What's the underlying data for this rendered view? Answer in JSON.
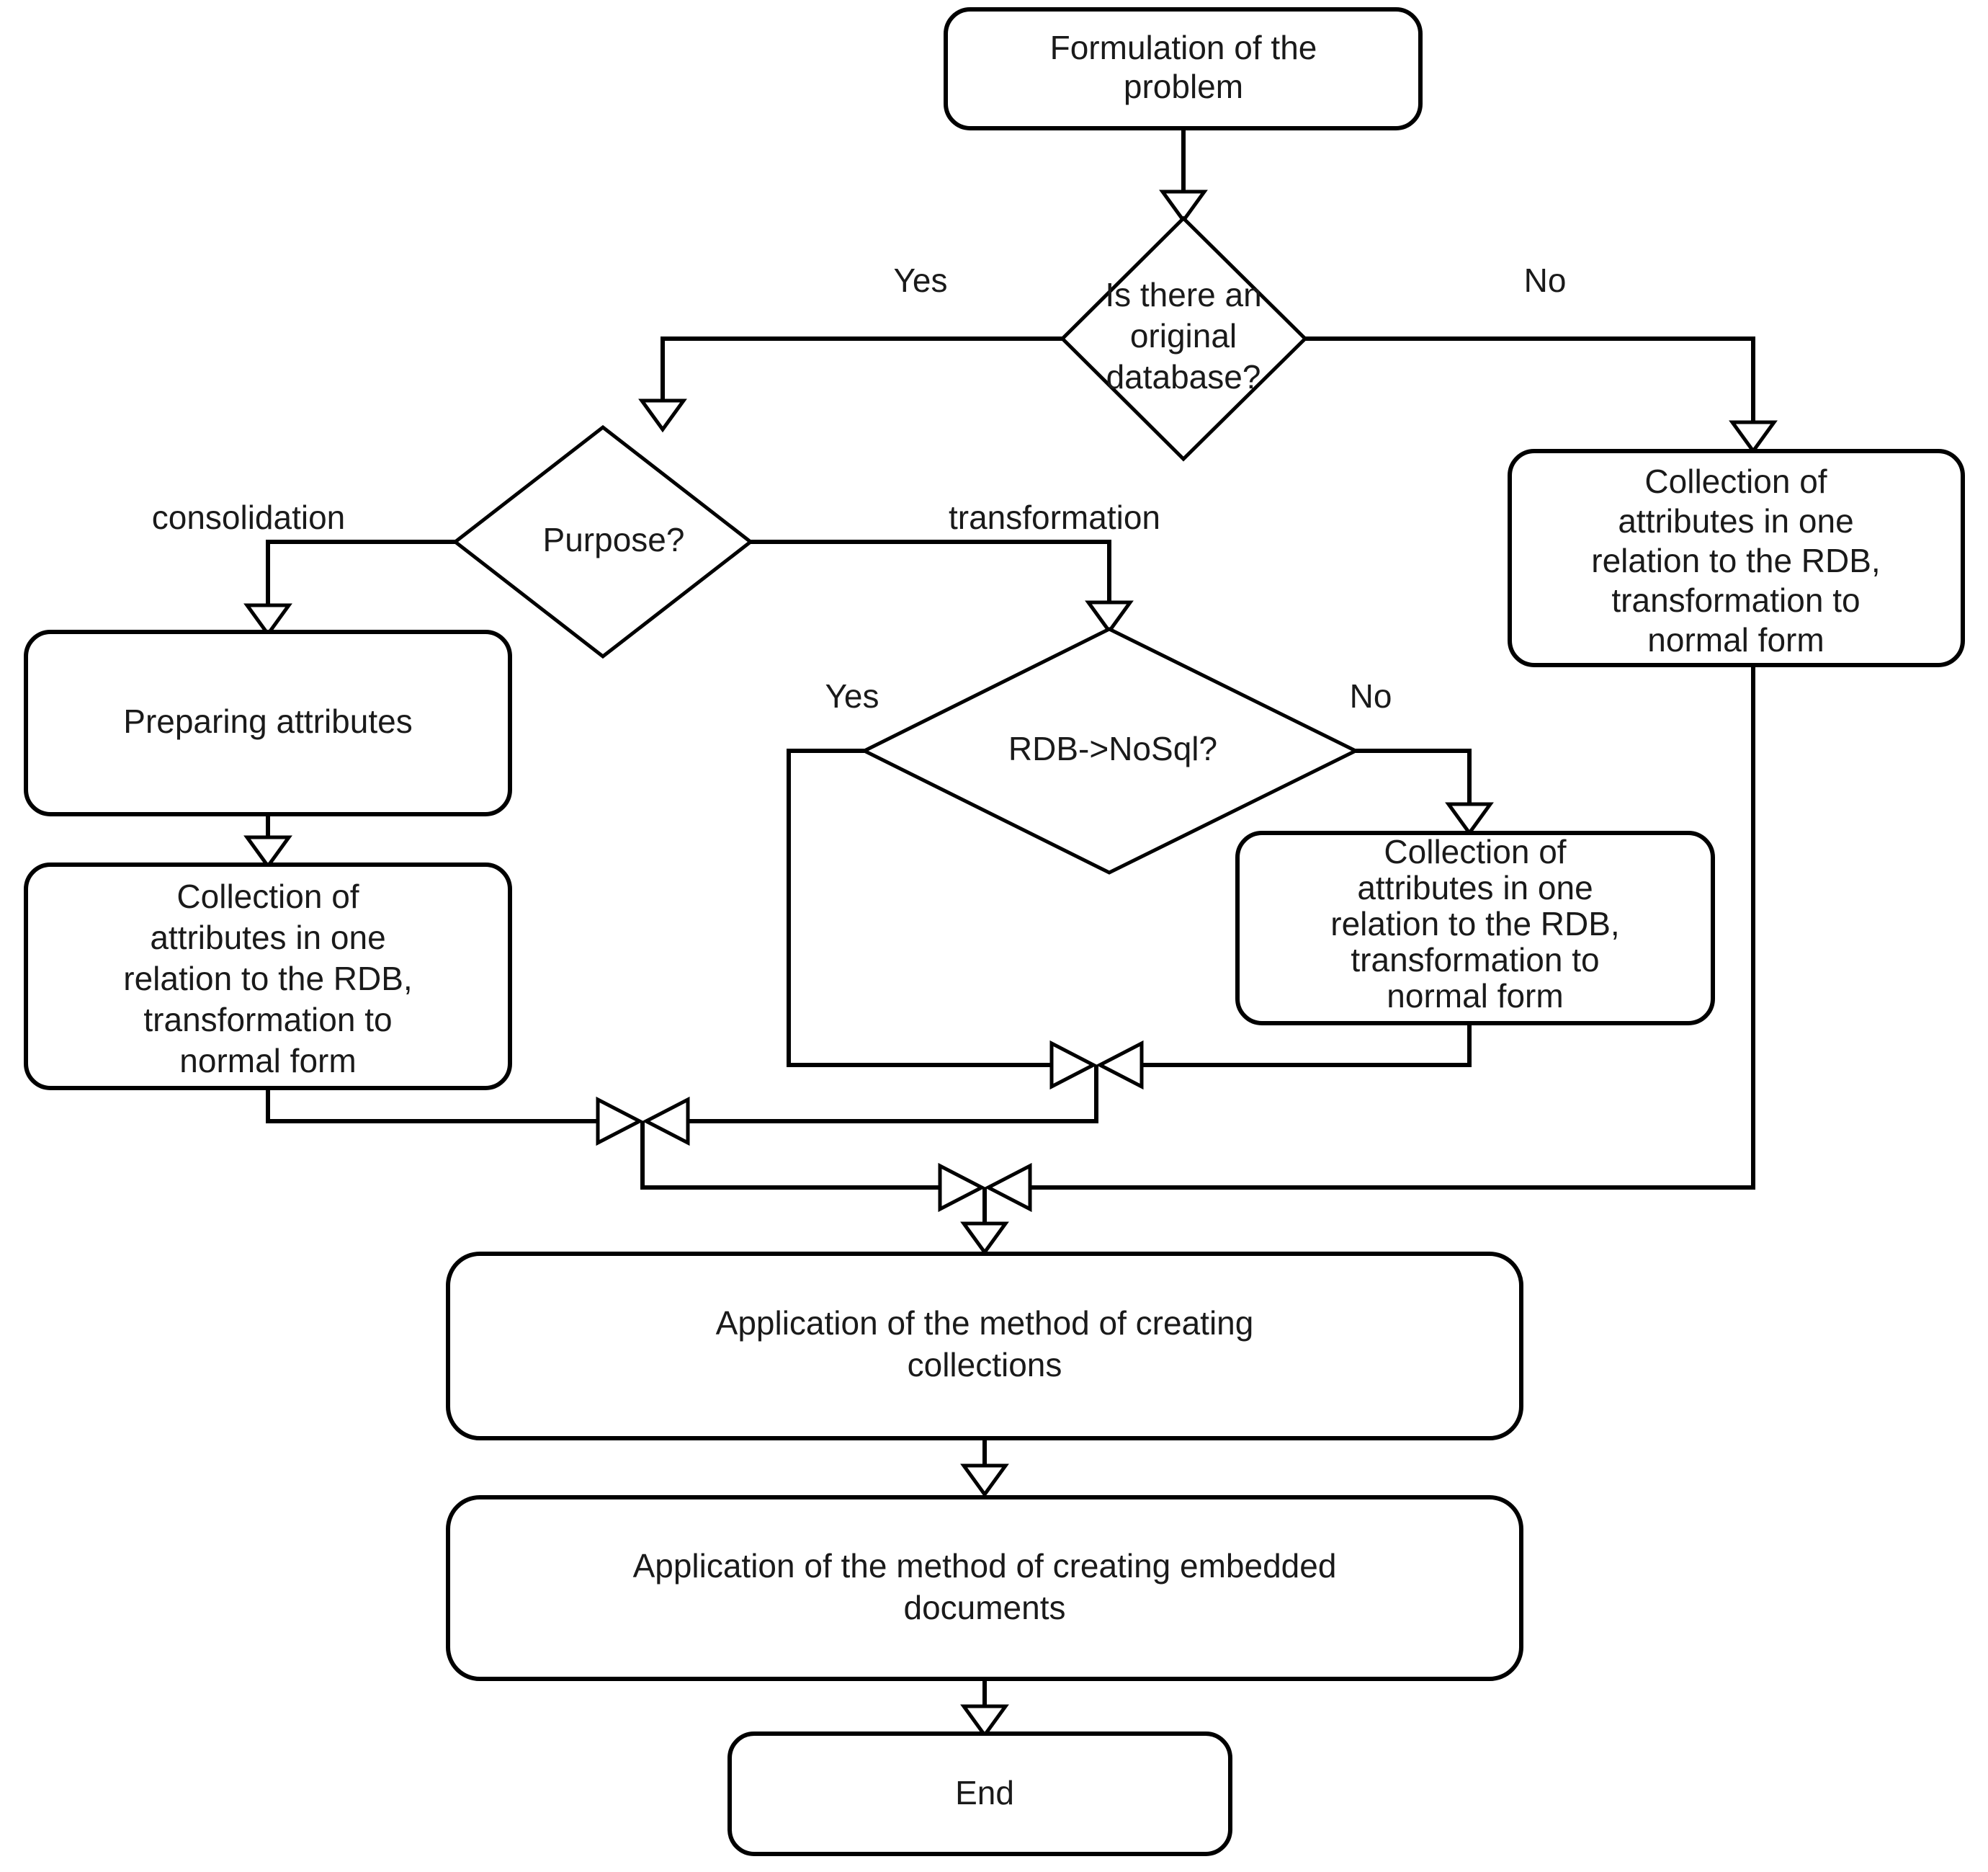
{
  "diagram": {
    "type": "flowchart",
    "title": "",
    "background_color": "#ffffff",
    "line_color": "#000000",
    "text_color": "#1a1a1a"
  },
  "nodes": {
    "start": {
      "id": "start",
      "shape": "rounded-rectangle",
      "lines": [
        "Formulation of the",
        "problem"
      ]
    },
    "decision_original_db": {
      "id": "decision_original_db",
      "shape": "diamond",
      "lines": [
        "Is there an",
        "original",
        "database?"
      ]
    },
    "decision_purpose": {
      "id": "decision_purpose",
      "shape": "diamond",
      "lines": [
        "Purpose?"
      ]
    },
    "decision_rdb_nosql": {
      "id": "decision_rdb_nosql",
      "shape": "diamond",
      "lines": [
        "RDB->NoSql?"
      ]
    },
    "preparing_attributes": {
      "id": "preparing_attributes",
      "shape": "rounded-rectangle",
      "lines": [
        "Preparing attributes"
      ]
    },
    "collection_left": {
      "id": "collection_left",
      "shape": "rounded-rectangle",
      "lines": [
        "Collection of",
        "attributes in one",
        "relation to the RDB,",
        "transformation to",
        "normal form"
      ]
    },
    "collection_middle": {
      "id": "collection_middle",
      "shape": "rounded-rectangle",
      "lines": [
        "Collection of",
        "attributes in one",
        "relation to the RDB,",
        "transformation to",
        "normal form"
      ]
    },
    "collection_right": {
      "id": "collection_right",
      "shape": "rounded-rectangle",
      "lines": [
        "Collection of",
        "attributes in one",
        "relation to the RDB,",
        "transformation to",
        "normal form"
      ]
    },
    "apply_collections": {
      "id": "apply_collections",
      "shape": "rounded-rectangle",
      "lines": [
        "Application of the method of creating",
        "collections"
      ]
    },
    "apply_embedded": {
      "id": "apply_embedded",
      "shape": "rounded-rectangle",
      "lines": [
        "Application of the method of creating embedded",
        "documents"
      ]
    },
    "end": {
      "id": "end",
      "shape": "rounded-rectangle",
      "lines": [
        "End"
      ]
    }
  },
  "edge_labels": {
    "db_yes": "Yes",
    "db_no": "No",
    "purpose_consolidation": "consolidation",
    "purpose_transformation": "transformation",
    "nosql_yes": "Yes",
    "nosql_no": "No"
  },
  "edges": [
    {
      "from": "start",
      "to": "decision_original_db",
      "label": ""
    },
    {
      "from": "decision_original_db",
      "to": "decision_purpose",
      "label": "Yes"
    },
    {
      "from": "decision_original_db",
      "to": "collection_right",
      "label": "No"
    },
    {
      "from": "decision_purpose",
      "to": "preparing_attributes",
      "label": "consolidation"
    },
    {
      "from": "decision_purpose",
      "to": "decision_rdb_nosql",
      "label": "transformation"
    },
    {
      "from": "decision_rdb_nosql",
      "to": "merge_b",
      "label": "Yes"
    },
    {
      "from": "decision_rdb_nosql",
      "to": "collection_middle",
      "label": "No"
    },
    {
      "from": "preparing_attributes",
      "to": "collection_left",
      "label": ""
    },
    {
      "from": "collection_left",
      "to": "merge_a",
      "label": ""
    },
    {
      "from": "collection_middle",
      "to": "merge_b",
      "label": ""
    },
    {
      "from": "merge_b",
      "to": "merge_a",
      "label": ""
    },
    {
      "from": "merge_a",
      "to": "merge_c",
      "label": ""
    },
    {
      "from": "collection_right",
      "to": "merge_c",
      "label": ""
    },
    {
      "from": "merge_c",
      "to": "apply_collections",
      "label": ""
    },
    {
      "from": "apply_collections",
      "to": "apply_embedded",
      "label": ""
    },
    {
      "from": "apply_embedded",
      "to": "end",
      "label": ""
    }
  ]
}
